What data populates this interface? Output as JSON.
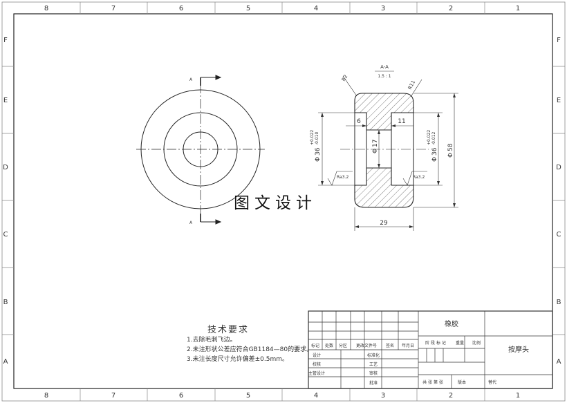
{
  "sheet": {
    "zone_columns": [
      "8",
      "7",
      "6",
      "5",
      "4",
      "3",
      "2",
      "1"
    ],
    "zone_rows": [
      "F",
      "E",
      "D",
      "C",
      "B",
      "A"
    ]
  },
  "views": {
    "front": {
      "section_marks": [
        "A",
        "A"
      ]
    },
    "section": {
      "title": "A-A",
      "scale": "1.5 : 1",
      "dims": {
        "r_left": "R2",
        "r_right": "R11",
        "w6": "6",
        "w11": "11",
        "d17": "17",
        "d36_left": "36",
        "d36_left_tol_up": "+0.022",
        "d36_left_tol_low": "-0.010",
        "d36_right": "36",
        "d36_right_tol_up": "+0.022",
        "d36_right_tol_low": "-0.012",
        "d58": "58",
        "w29": "29",
        "ra_left": "Ra3.2",
        "ra_right": "Ra3.2"
      },
      "diameter_symbol": "Φ"
    }
  },
  "watermark": "图文设计",
  "notes": {
    "title": "技术要求",
    "lines": [
      "1.去除毛刺飞边。",
      "2.未注形状公差应符合GB1184—80的要求。",
      "3.未注长度尺寸允许偏差±0.5mm。"
    ]
  },
  "title_block": {
    "material": "橡胶",
    "part_name": "按摩头",
    "header_labels": [
      "标记",
      "处数",
      "分区",
      "更改文件号",
      "签名",
      "年月日"
    ],
    "left_rows": [
      "设计",
      "校核",
      "主管设计"
    ],
    "mid_rows": [
      "标准化",
      "工艺",
      "审核",
      "批准"
    ],
    "stage_row": "阶 段 标 记",
    "weight": "重量",
    "scale_label": "比例",
    "sheets_text": "共 张  第 张",
    "version": "版本",
    "replaces": "替代"
  }
}
